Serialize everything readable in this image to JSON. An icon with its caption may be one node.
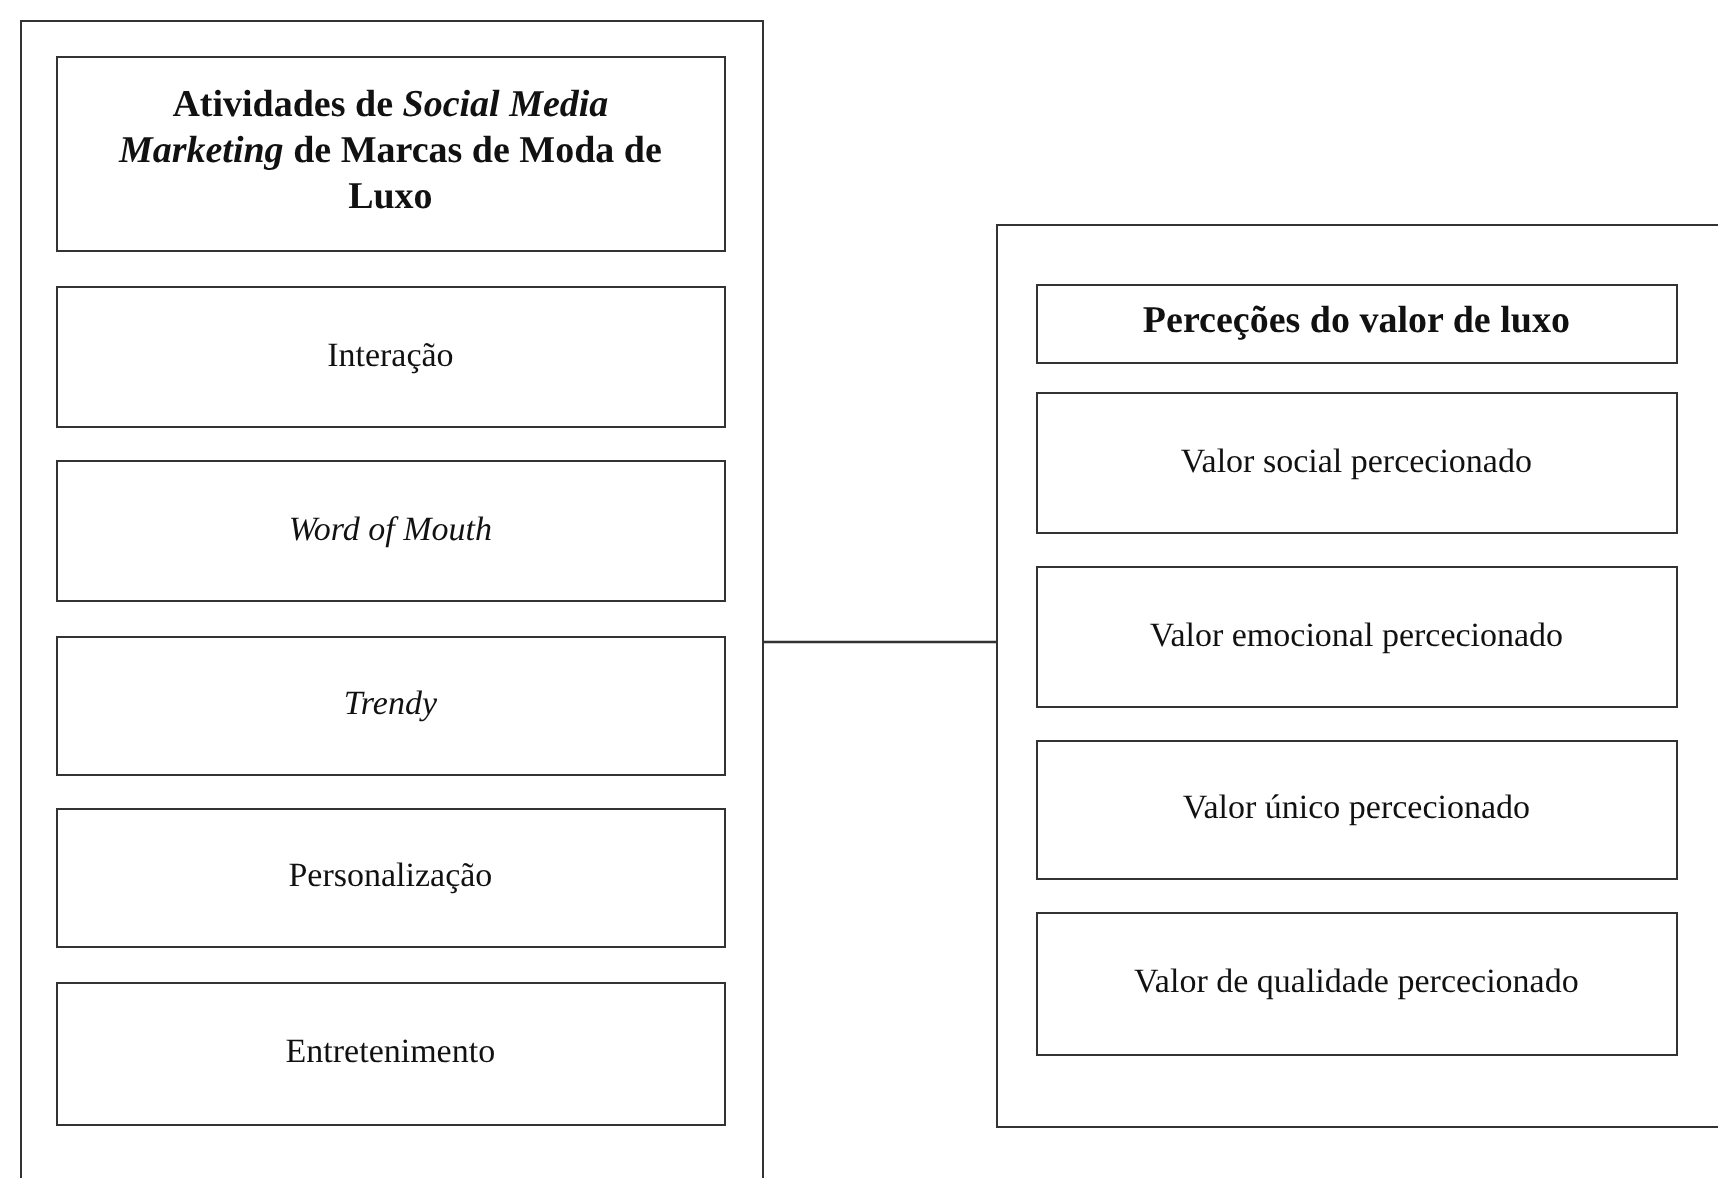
{
  "diagram": {
    "nodes": [
      {
        "text": [],
        "shape": "box"
      },
      {
        "text": [
          "Atividades de *Social Media Marketing* de Marcas de Moda de Luxo"
        ],
        "in": 0
      },
      {
        "text": [
          "Interação"
        ],
        "in": 0
      },
      {
        "text": [
          "Word of Mouth"
        ],
        "in": 0
      },
      {
        "text": [
          "Trendy"
        ],
        "in": 0
      },
      {
        "text": [
          "Personalização"
        ],
        "in": 0
      },
      {
        "text": [
          "Entretenimento"
        ],
        "in": 0
      },
      {
        "text": [],
        "shape": "box"
      },
      {
        "text": [
          "Perceções do valor de luxo"
        ],
        "in": 7
      },
      {
        "text": [
          "Valor social percecionado"
        ],
        "in": 7
      },
      {
        "text": [
          "Valor emocional percecionado"
        ],
        "in": 7
      },
      {
        "text": [
          "Valor único percecionado"
        ],
        "in": 7
      },
      {
        "text": [
          "Valor de qualidade percecionado"
        ],
        "in": 7
      }
    ],
    "edges": [
      {
        "from": 0,
        "to": 7,
        "arrow": "none"
      }
    ]
  }
}
